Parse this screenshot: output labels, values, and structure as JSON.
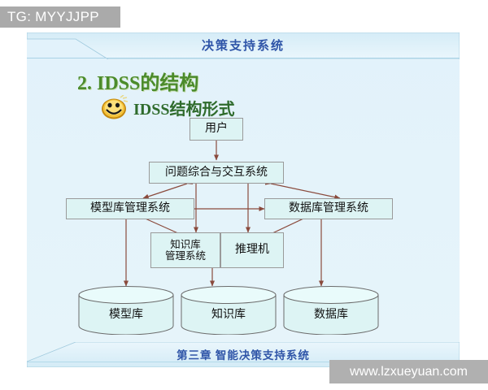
{
  "overlay": {
    "tg_tag": "TG: MYYJJPP",
    "watermark": "www.lzxueyuan.com"
  },
  "slide": {
    "header_title": "决策支持系统",
    "footer_title": "第三章  智能决策支持系统",
    "heading_1": "2.  IDSS的结构",
    "heading_2": "IDSS结构形式",
    "smiley_icon": "smiley-face-icon"
  },
  "colors": {
    "slide_background": "#e4f3fa",
    "band": "#cbe8f4",
    "title_text": "#2f55a8",
    "heading_green": "#4b8b2b",
    "node_fill": "#ddf4f4",
    "node_border": "#9a9a9a",
    "arrow": "#8a4a3c",
    "tag_background": "#aaaaaa",
    "watermark_background": "#b0b0b0"
  },
  "diagram": {
    "title": "IDSS结构形式",
    "type": "block-diagram",
    "nodes": [
      {
        "id": "user",
        "label": "用户",
        "lines": [
          "用户"
        ]
      },
      {
        "id": "interact",
        "label": "问题综合与交互系统",
        "lines": [
          "问题综合与交互系统"
        ]
      },
      {
        "id": "model_mgr",
        "label": "模型库管理系统",
        "lines": [
          "模型库管理系统"
        ]
      },
      {
        "id": "data_mgr",
        "label": "数据库管理系统",
        "lines": [
          "数据库管理系统"
        ]
      },
      {
        "id": "kb_mgr",
        "label": "知识库管理系统",
        "lines": [
          "知识库",
          "管理系统"
        ]
      },
      {
        "id": "inference",
        "label": "推理机",
        "lines": [
          "推理机"
        ]
      },
      {
        "id": "model_db",
        "label": "模型库",
        "lines": [
          "模型库"
        ]
      },
      {
        "id": "knowledge_db",
        "label": "知识库",
        "lines": [
          "知识库"
        ]
      },
      {
        "id": "data_db",
        "label": "数据库",
        "lines": [
          "数据库"
        ]
      }
    ],
    "edges": [
      {
        "from": "user",
        "to": "interact",
        "direction": "both"
      },
      {
        "from": "interact",
        "to": "model_mgr",
        "direction": "to"
      },
      {
        "from": "interact",
        "to": "data_mgr",
        "direction": "to"
      },
      {
        "from": "model_mgr",
        "to": "data_mgr",
        "direction": "both"
      },
      {
        "from": "interact",
        "to": "kb_mgr",
        "direction": "both"
      },
      {
        "from": "interact",
        "to": "inference",
        "direction": "both"
      },
      {
        "from": "kb_mgr",
        "to": "model_mgr",
        "direction": "both"
      },
      {
        "from": "inference",
        "to": "data_mgr",
        "direction": "both"
      },
      {
        "from": "model_mgr",
        "to": "model_db",
        "direction": "both"
      },
      {
        "from": "kb_mgr",
        "to": "knowledge_db",
        "direction": "both"
      },
      {
        "from": "data_mgr",
        "to": "data_db",
        "direction": "both"
      }
    ]
  }
}
